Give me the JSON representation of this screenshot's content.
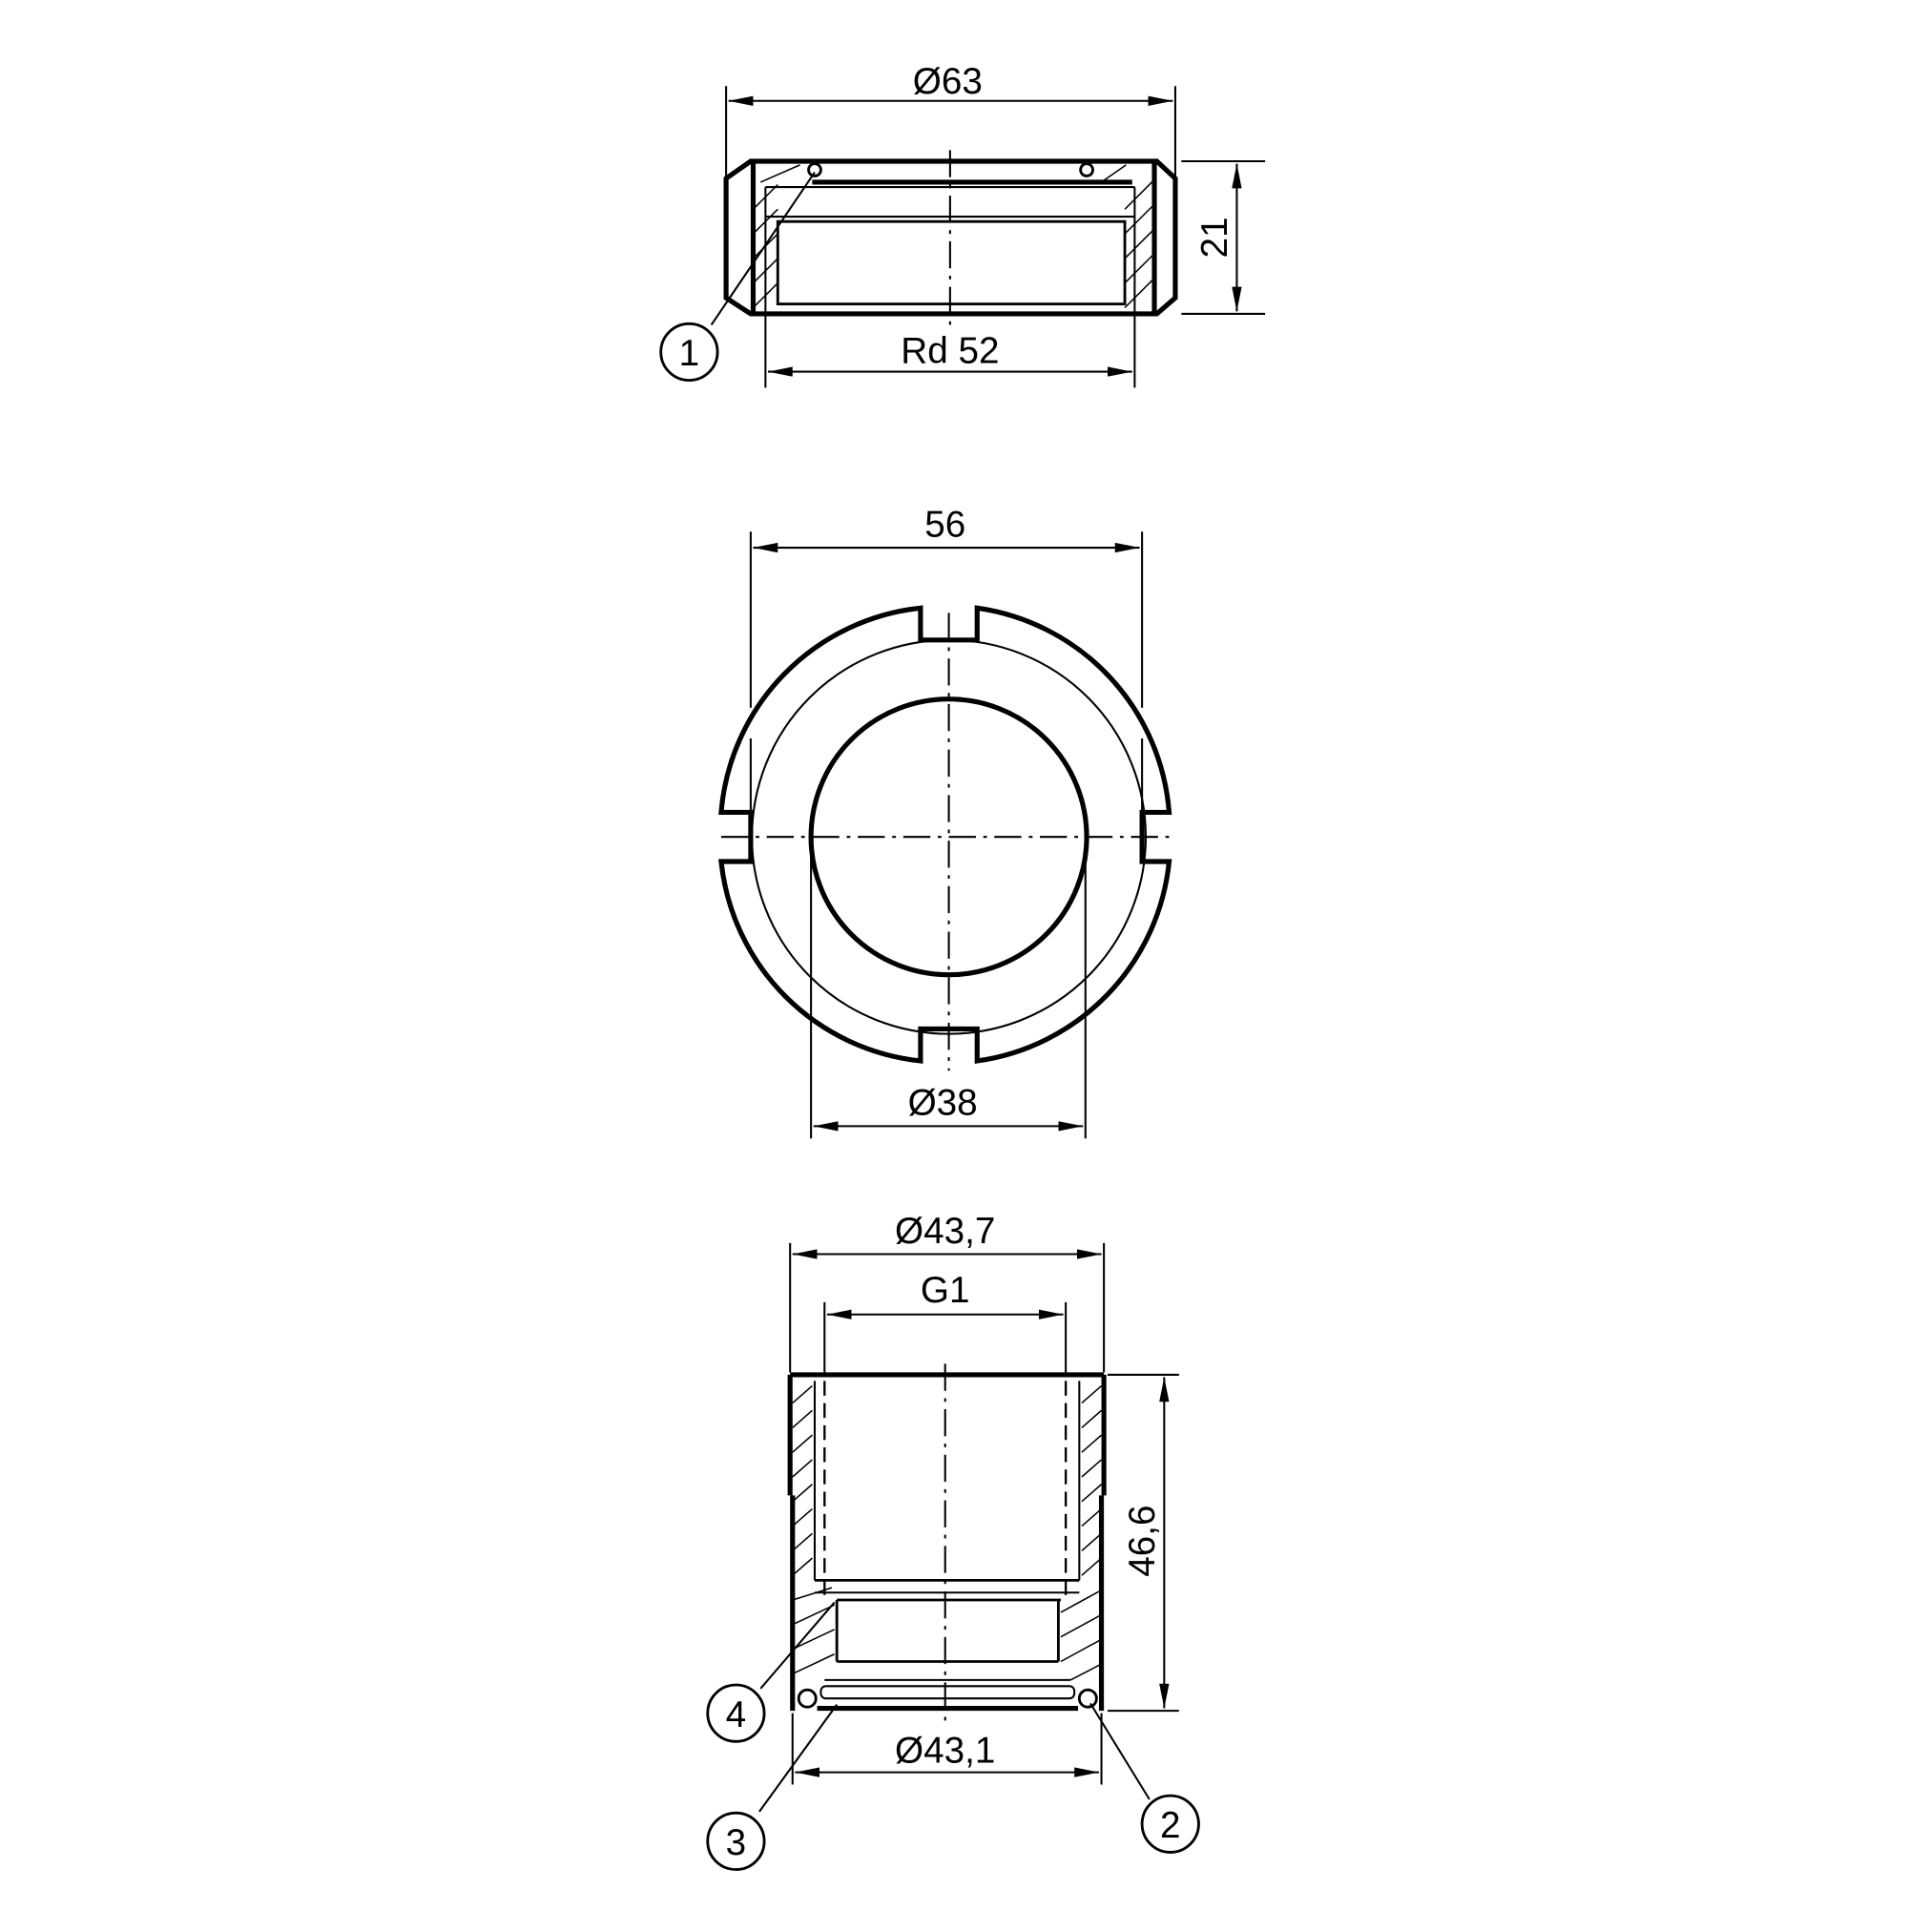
{
  "drawing": {
    "type": "technical-drawing",
    "views": [
      {
        "id": "top-view-nut",
        "description": "Slotted nut, side section",
        "dimensions": {
          "outer_diameter": "Ø63",
          "height": "21",
          "thread": "Rd 52"
        },
        "callouts": [
          "1"
        ]
      },
      {
        "id": "middle-view-nut-plan",
        "description": "Slotted nut, plan view",
        "dimensions": {
          "width_across_slots": "56",
          "bore_diameter": "Ø38"
        }
      },
      {
        "id": "bottom-view-adapter",
        "description": "Adapter sleeve, section",
        "dimensions": {
          "outer_diameter": "Ø43,7",
          "thread": "G1",
          "height": "46,6",
          "seal_diameter": "Ø43,1"
        },
        "callouts": [
          "4",
          "3",
          "2"
        ]
      }
    ]
  },
  "labels": {
    "d63": "Ø63",
    "h21": "21",
    "rd52": "Rd 52",
    "w56": "56",
    "d38": "Ø38",
    "d437": "Ø43,7",
    "g1": "G1",
    "h466": "46,6",
    "d431": "Ø43,1",
    "c1": "1",
    "c2": "2",
    "c3": "3",
    "c4": "4"
  },
  "colors": {
    "line": "#000000",
    "background": "#ffffff"
  }
}
